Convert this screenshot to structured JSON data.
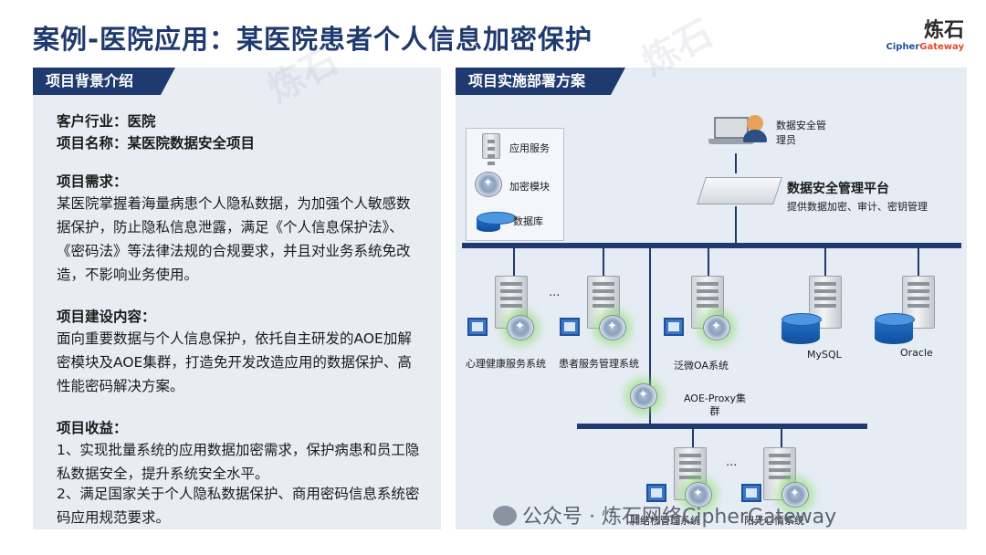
{
  "title": "案例-医院应用：某医院患者个人信息加密保护",
  "logo": {
    "cn": "炼石",
    "en_a": "Cipher",
    "en_b": "Gateway"
  },
  "left": {
    "header": "项目背景介绍",
    "customer": "客户行业：医院",
    "project": "项目名称：某医院数据安全项目",
    "req_title": "项目需求：",
    "req_text": "某医院掌握着海量病患个人隐私数据，为加强个人敏感数据保护，防止隐私信息泄露，满足《个人信息保护法》、《密码法》等法律法规的合规要求，并且对业务系统免改造，不影响业务使用。",
    "build_title": "项目建设内容：",
    "build_text": "面向重要数据与个人信息保护，依托自主研发的AOE加解密模块及AOE集群，打造免开发改造应用的数据保护、高性能密码解决方案。",
    "benefit_title": "项目收益：",
    "benefit_1": "1、实现批量系统的应用数据加密需求，保护病患和员工隐私数据安全，提升系统安全水平。",
    "benefit_2": "2、满足国家关于个人隐私数据保护、商用密码信息系统密码应用规范要求。"
  },
  "right": {
    "header": "项目实施部署方案",
    "legend": {
      "app": "应用服务",
      "crypto": "加密模块",
      "db": "数据库"
    },
    "admin": "数据安全管理员",
    "platform_title": "数据安全管理平台",
    "platform_sub": "提供数据加密、审计、密钥管理",
    "systems": [
      "心理健康服务系统",
      "患者服务管理系统",
      "泛微OA系统"
    ],
    "dbs": [
      "MySQL",
      "Oracle"
    ],
    "proxy": "AOE-Proxy集群",
    "bottom_systems": [
      "肺结核管理系统",
      "阳光心情系统"
    ],
    "ellipsis": "···"
  },
  "watermark": {
    "wechat": "公众号 · 炼石网络CipherGateway",
    "logo_text": "炼石"
  }
}
